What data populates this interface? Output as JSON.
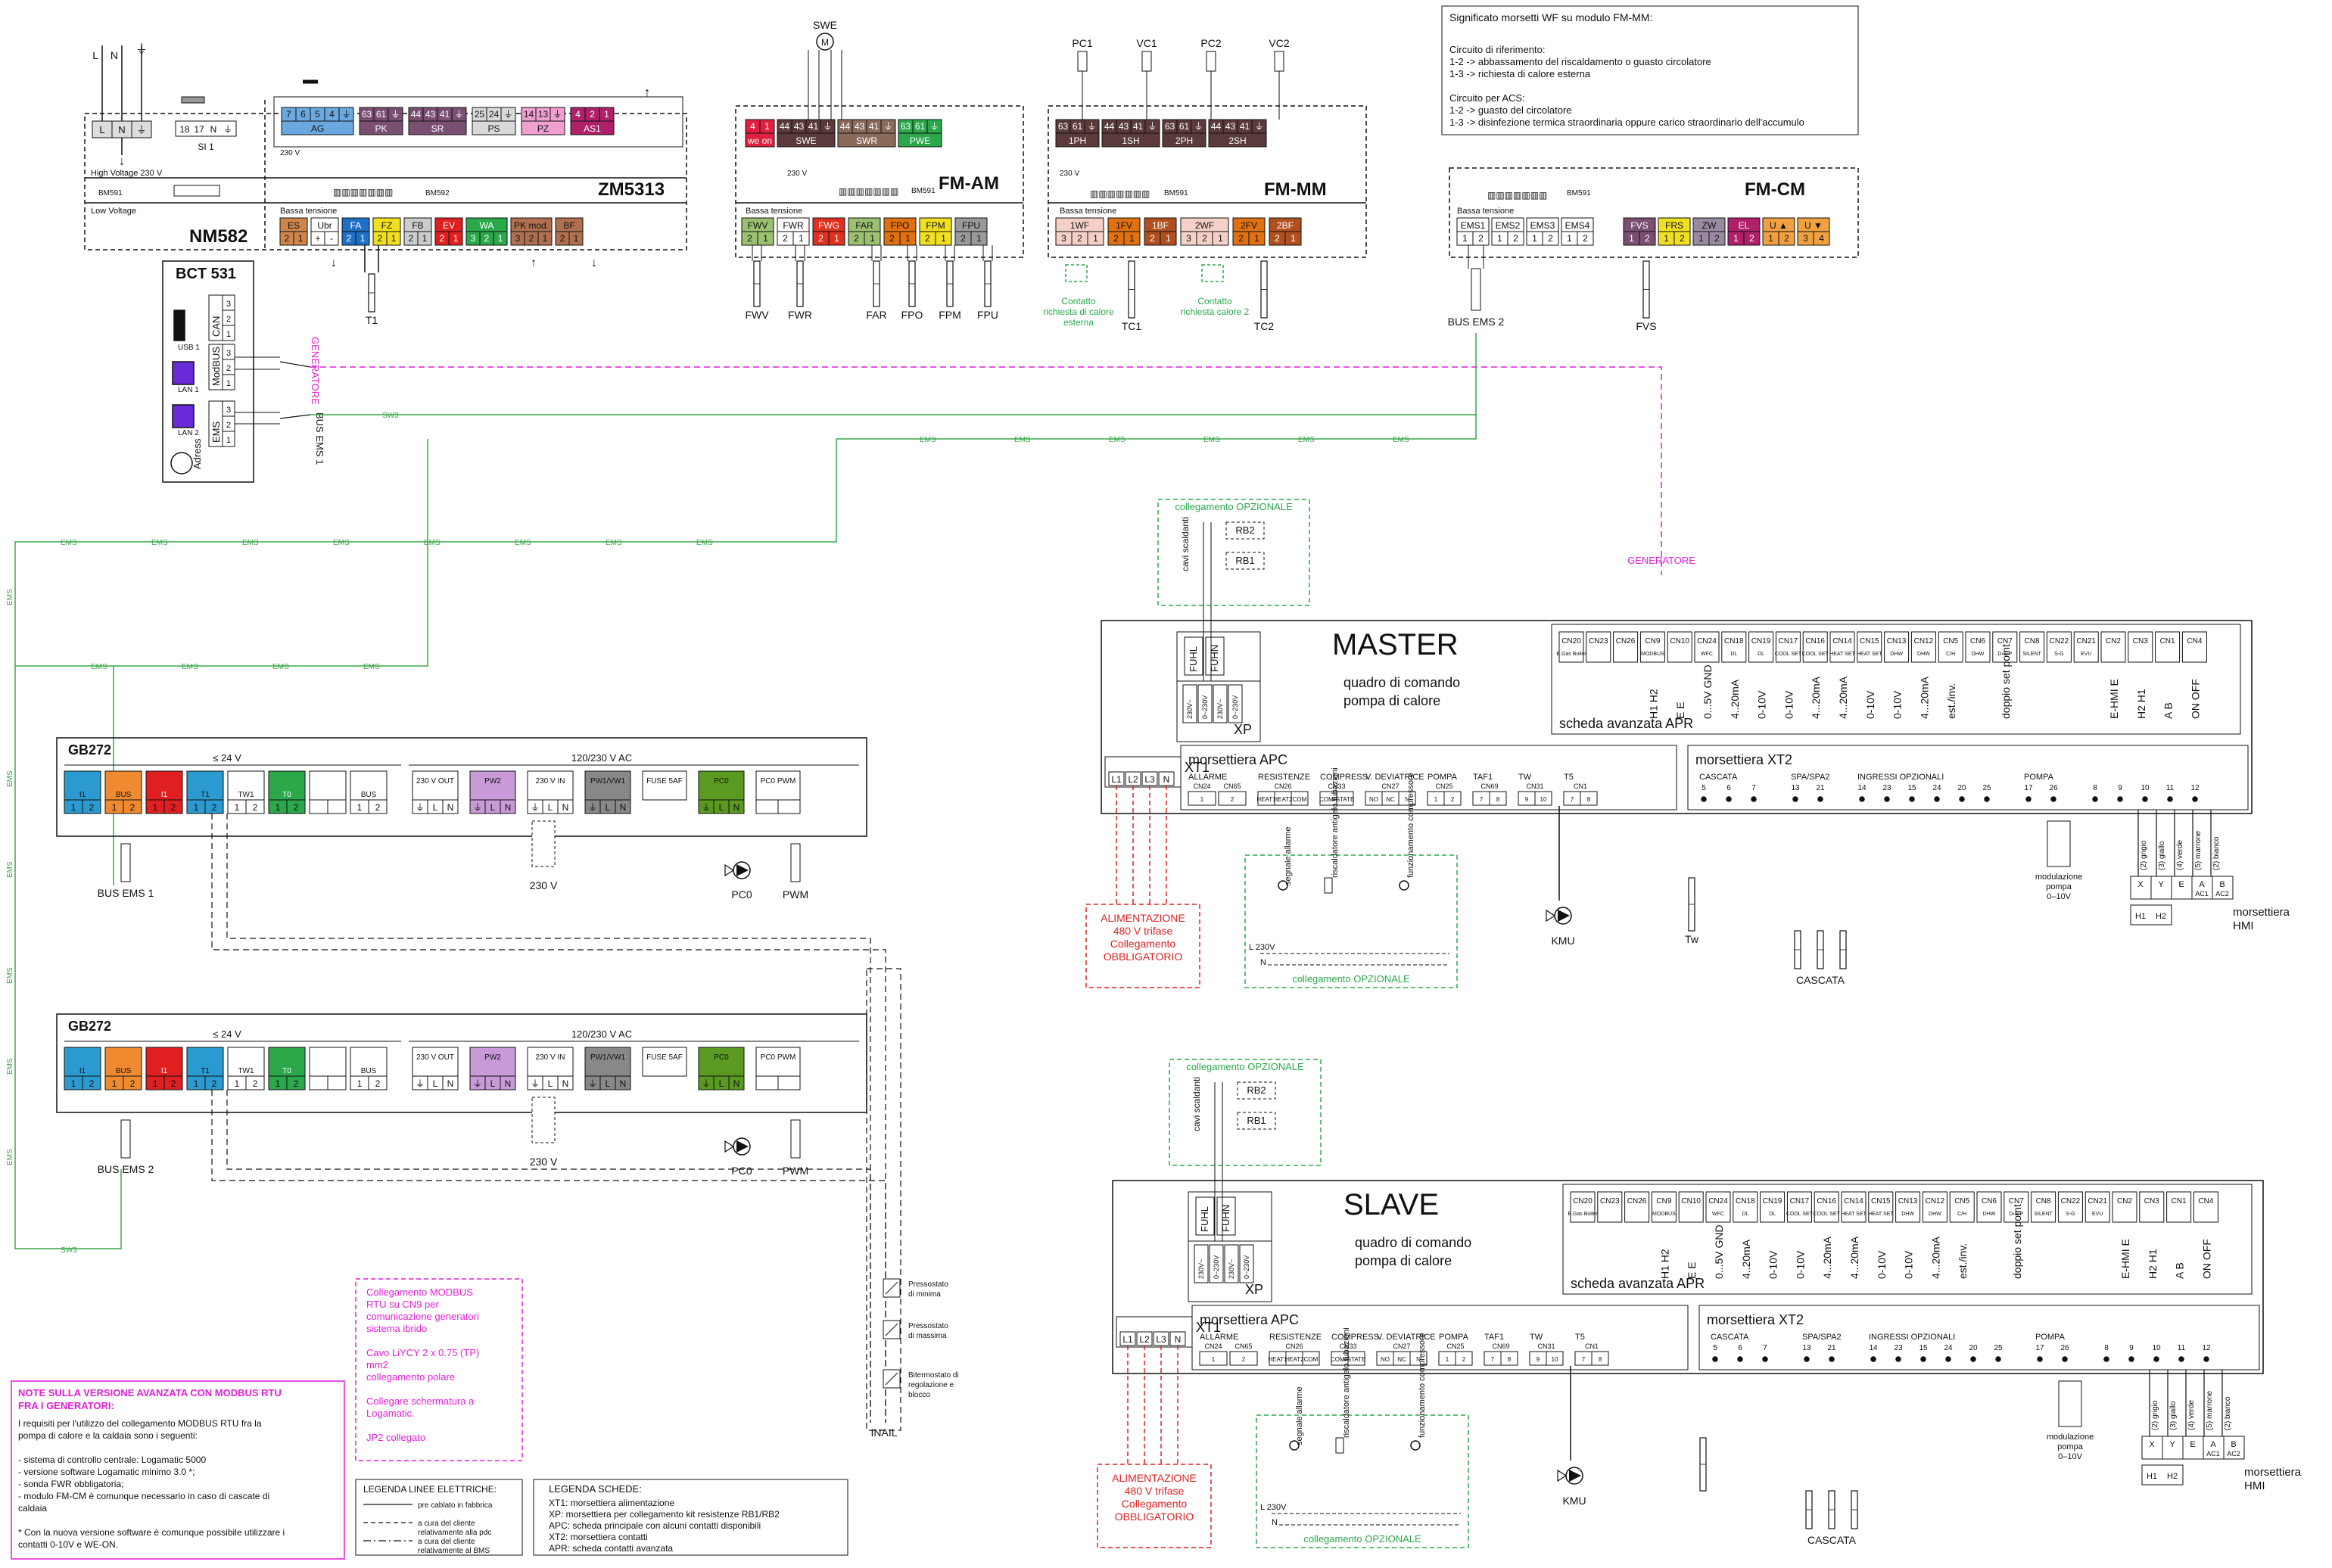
{
  "colors": {
    "ems_line": "#3aa84a",
    "magenta": "#e21fd6",
    "red": "#e02020",
    "green_dash": "#2aa84a",
    "dark": "#111111"
  },
  "legend_note": {
    "title": "Significato morsetti WF su modulo FM-MM:",
    "lines": [
      "Circuito di riferimento:",
      "1-2 -> abbassamento del riscaldamento o guasto circolatore",
      "1-3 -> richiesta di calore esterna",
      "",
      "Circuito per ACS:",
      "1-2 -> guasto del circolatore",
      "1-3 -> disinfezione termica straordinaria oppure carico straordinario dell'accumulo"
    ]
  },
  "nm582": {
    "title": "NM582",
    "hv_label": "High Voltage 230 V",
    "lv_label": "Low Voltage",
    "bm": "BM591",
    "terminals": [
      "L",
      "N",
      "⏚"
    ],
    "si": {
      "pins": [
        "18",
        "17",
        "N",
        "⏚"
      ],
      "label": "SI 1"
    }
  },
  "zm5313": {
    "title": "ZM5313",
    "v230": "230 V",
    "bassa": "Bassa tensione",
    "bm": "BM592",
    "top_groups": [
      {
        "pins": [
          "7",
          "6",
          "5",
          "4",
          "⏚"
        ],
        "label": "AG",
        "color": "#6aa9e0"
      },
      {
        "pins": [
          "63",
          "61",
          "⏚"
        ],
        "label": "PK",
        "color": "#7a4f72"
      },
      {
        "pins": [
          "44",
          "43",
          "41",
          "⏚"
        ],
        "label": "SR",
        "color": "#7a4f72"
      },
      {
        "pins": [
          "25",
          "24",
          "⏚"
        ],
        "label": "PS",
        "color": "#d9d9d9"
      },
      {
        "pins": [
          "14",
          "13",
          "⏚"
        ],
        "label": "PZ",
        "color": "#f0a0d0"
      },
      {
        "pins": [
          "4",
          "2",
          "1"
        ],
        "label": "AS1",
        "color": "#b0206a"
      }
    ],
    "bottom_groups": [
      {
        "label": "ES",
        "pins": [
          "2",
          "1"
        ],
        "color": "#d0854a"
      },
      {
        "label": "Ubr",
        "pins": [
          "+",
          "-"
        ],
        "color": "#ffffff"
      },
      {
        "label": "FA",
        "pins": [
          "2",
          "1"
        ],
        "color": "#1f6fc6"
      },
      {
        "label": "FZ",
        "pins": [
          "2",
          "1"
        ],
        "color": "#f0e020"
      },
      {
        "label": "FB",
        "pins": [
          "2",
          "1"
        ],
        "color": "#cccccc"
      },
      {
        "label": "EV",
        "pins": [
          "2",
          "1"
        ],
        "color": "#e02020"
      },
      {
        "label": "WA",
        "pins": [
          "3",
          "2",
          "1"
        ],
        "color": "#2aa84a"
      },
      {
        "label": "PK mod.",
        "pins": [
          "3",
          "2",
          "1"
        ],
        "color": "#b07050"
      },
      {
        "label": "BF",
        "pins": [
          "2",
          "1"
        ],
        "color": "#b07050"
      }
    ],
    "sensor": "T1"
  },
  "fmam": {
    "title": "FM-AM",
    "motor": "SWE",
    "v230": "230 V",
    "bassa": "Bassa tensione",
    "bm": "BM591",
    "top_groups": [
      {
        "pins": [
          "4",
          "1"
        ],
        "label": "we on",
        "color": "#e02040"
      },
      {
        "pins": [
          "44",
          "43",
          "41",
          "⏚"
        ],
        "label": "SWE",
        "color": "#5a3a3a"
      },
      {
        "pins": [
          "44",
          "43",
          "41",
          "⏚"
        ],
        "label": "SWR",
        "color": "#8a6a5a"
      },
      {
        "pins": [
          "63",
          "61",
          "⏚"
        ],
        "label": "PWE",
        "color": "#2aa84a"
      }
    ],
    "bottom_groups": [
      {
        "label": "FWV",
        "pins": [
          "2",
          "1"
        ],
        "color": "#9ac070"
      },
      {
        "label": "FWR",
        "pins": [
          "2",
          "1"
        ],
        "color": "#ffffff"
      },
      {
        "label": "FWG",
        "pins": [
          "2",
          "1"
        ],
        "color": "#e03020"
      },
      {
        "label": "FAR",
        "pins": [
          "2",
          "1"
        ],
        "color": "#9ac070"
      },
      {
        "label": "FPO",
        "pins": [
          "2",
          "1"
        ],
        "color": "#e07010"
      },
      {
        "label": "FPM",
        "pins": [
          "2",
          "1"
        ],
        "color": "#f0e020"
      },
      {
        "label": "FPU",
        "pins": [
          "2",
          "1"
        ],
        "color": "#999999"
      }
    ],
    "sensors": [
      "FWV",
      "FWR",
      "FAR",
      "FPO",
      "FPM",
      "FPU"
    ]
  },
  "fmmm": {
    "title": "FM-MM",
    "v230": "230 V",
    "bassa": "Bassa tensione",
    "bm": "BM591",
    "top_labels": [
      "PC1",
      "VC1",
      "PC2",
      "VC2"
    ],
    "top_groups": [
      {
        "pins": [
          "63",
          "61",
          "⏚"
        ],
        "label": "1PH",
        "color": "#5a3a3a"
      },
      {
        "pins": [
          "44",
          "43",
          "41",
          "⏚"
        ],
        "label": "1SH",
        "color": "#5a3a3a"
      },
      {
        "pins": [
          "63",
          "61",
          "⏚"
        ],
        "label": "2PH",
        "color": "#5a3a3a"
      },
      {
        "pins": [
          "44",
          "43",
          "41",
          "⏚"
        ],
        "label": "2SH",
        "color": "#5a3a3a"
      }
    ],
    "bottom_groups": [
      {
        "label": "1WF",
        "pins": [
          "3",
          "2",
          "1"
        ],
        "color": "#f5d0c8"
      },
      {
        "label": "1FV",
        "pins": [
          "2",
          "1"
        ],
        "color": "#e07010"
      },
      {
        "label": "1BF",
        "pins": [
          "2",
          "1"
        ],
        "color": "#b05020"
      },
      {
        "label": "2WF",
        "pins": [
          "3",
          "2",
          "1"
        ],
        "color": "#f5d0c8"
      },
      {
        "label": "2FV",
        "pins": [
          "2",
          "1"
        ],
        "color": "#e07010"
      },
      {
        "label": "2BF",
        "pins": [
          "2",
          "1"
        ],
        "color": "#b05020"
      }
    ],
    "contact1": [
      "Contatto",
      "richiesta di calore",
      "esterna"
    ],
    "contact2": [
      "Contatto",
      "richiesta calore 2"
    ],
    "sensors": [
      "TC1",
      "TC2"
    ]
  },
  "fmcm": {
    "title": "FM-CM",
    "bassa": "Bassa tensione",
    "bm": "BM591",
    "bottom_groups": [
      {
        "label": "EMS1",
        "pins": [
          "1",
          "2"
        ],
        "color": "#ffffff"
      },
      {
        "label": "EMS2",
        "pins": [
          "1",
          "2"
        ],
        "color": "#ffffff"
      },
      {
        "label": "EMS3",
        "pins": [
          "1",
          "2"
        ],
        "color": "#ffffff"
      },
      {
        "label": "EMS4",
        "pins": [
          "1",
          "2"
        ],
        "color": "#ffffff"
      },
      {
        "label": "FVS",
        "pins": [
          "1",
          "2"
        ],
        "color": "#7a4f72"
      },
      {
        "label": "FRS",
        "pins": [
          "1",
          "2"
        ],
        "color": "#f0e020"
      },
      {
        "label": "ZW",
        "pins": [
          "1",
          "2"
        ],
        "color": "#9a8aa0"
      },
      {
        "label": "EL",
        "pins": [
          "1",
          "2"
        ],
        "color": "#b0206a"
      },
      {
        "label": "U ▲",
        "pins": [
          "1",
          "2"
        ],
        "color": "#f0a040"
      },
      {
        "label": "U ▼",
        "pins": [
          "3",
          "4"
        ],
        "color": "#f0a040"
      }
    ],
    "bus": "BUS EMS 2",
    "sensor": "FVS"
  },
  "bct": {
    "title": "BCT 531",
    "usb": "USB 1",
    "lan1": "LAN 1",
    "lan2": "LAN 2",
    "can": "CAN",
    "modbus": "ModBUS",
    "ems": "EMS",
    "adress": "Adress",
    "pins": [
      "3",
      "2",
      "1"
    ],
    "generatore": "GENERATORE",
    "bus_ems1": "BUS EMS 1",
    "sw3": "SW3"
  },
  "ems_label": "EMS",
  "sw3_label": "SW3",
  "gb_units": [
    {
      "title": "GB272",
      "lv": "≤ 24 V",
      "hv": "120/230 V AC",
      "bus_out": "BUS EMS 1",
      "v230": "230 V",
      "pc0": "PC0",
      "pwm": "PWM"
    },
    {
      "title": "GB272",
      "lv": "≤ 24 V",
      "hv": "120/230 V AC",
      "bus_out": "BUS EMS 2",
      "v230": "230 V",
      "pc0": "PC0",
      "pwm": "PWM"
    }
  ],
  "gb_terminals": {
    "lv": [
      {
        "label": "I1",
        "pins": [
          "1",
          "2"
        ],
        "color": "#2a9ad0"
      },
      {
        "label": "BUS",
        "pins": [
          "1",
          "2"
        ],
        "color": "#f08a30"
      },
      {
        "label": "I1",
        "pins": [
          "1",
          "2"
        ],
        "color": "#e02020"
      },
      {
        "label": "T1",
        "pins": [
          "1",
          "2"
        ],
        "color": "#2a9ad0"
      },
      {
        "label": "TW1",
        "pins": [
          "1",
          "2"
        ],
        "color": "#ffffff"
      },
      {
        "label": "T0",
        "pins": [
          "1",
          "2"
        ],
        "color": "#2aa84a"
      },
      {
        "label": "",
        "pins": [
          "",
          ""
        ],
        "color": "#ffffff"
      },
      {
        "label": "BUS",
        "pins": [
          "1",
          "2"
        ],
        "color": "#ffffff"
      }
    ],
    "hv": [
      {
        "label": "230 V OUT",
        "pins": [
          "⏚",
          "L",
          "N"
        ],
        "color": "#ffffff"
      },
      {
        "label": "PW2",
        "pins": [
          "⏚",
          "L",
          "N"
        ],
        "color": "#c89ad8"
      },
      {
        "label": "230 V IN",
        "pins": [
          "⏚",
          "L",
          "N"
        ],
        "color": "#ffffff"
      },
      {
        "label": "PW1/VW1",
        "pins": [
          "⏚",
          "L",
          "N"
        ],
        "color": "#888888"
      },
      {
        "label": "FUSE 5AF",
        "pins": [],
        "color": "#ffffff"
      },
      {
        "label": "PC0",
        "pins": [
          "⏚",
          "L",
          "N"
        ],
        "color": "#5a9a20"
      },
      {
        "label": "PC0 PWM",
        "pins": [
          "",
          ""
        ],
        "color": "#ffffff"
      }
    ]
  },
  "panels": [
    {
      "title": "MASTER",
      "sub1": "quadro di comando",
      "sub2": "pompa di calore",
      "xp": "XP",
      "xt1": "XT1",
      "xt1_pins": [
        "L1",
        "L2",
        "L3",
        "N"
      ],
      "apr_label": "scheda avanzata APR",
      "apc_label": "morsettiera APC",
      "xt2_label": "morsettiera XT2",
      "generatore": "GENERATORE",
      "optional": "collegamento OPZIONALE",
      "cavi": "cavi scaldanti",
      "rb": [
        "RB2",
        "RB1"
      ],
      "alim": [
        "ALIMENTAZIONE",
        "480 V trifase",
        "Collegamento",
        "OBBLIGATORIO"
      ],
      "kmu": "KMU",
      "tw": "Tw",
      "cascata": "CASCATA",
      "mod": [
        "modulazione",
        "pompa",
        "0–10V"
      ],
      "hmi": [
        "morsettiera",
        "HMI"
      ],
      "sig_alarm": "segnale allarme",
      "sig_risc": "riscaldatore antigelo tubazioni",
      "sig_funz": "funzionamento compressore",
      "l230": "L 230V",
      "n": "N"
    },
    {
      "title": "SLAVE",
      "sub1": "quadro di comando",
      "sub2": "pompa di calore",
      "xp": "XP",
      "xt1": "XT1",
      "xt1_pins": [
        "L1",
        "L2",
        "L3",
        "N"
      ],
      "apr_label": "scheda avanzata APR",
      "apc_label": "morsettiera APC",
      "xt2_label": "morsettiera XT2",
      "generatore": "",
      "optional": "collegamento OPZIONALE",
      "cavi": "cavi scaldanti",
      "rb": [
        "RB2",
        "RB1"
      ],
      "alim": [
        "ALIMENTAZIONE",
        "480 V trifase",
        "Collegamento",
        "OBBLIGATORIO"
      ],
      "kmu": "KMU",
      "tw": "",
      "cascata": "CASCATA",
      "mod": [
        "modulazione",
        "pompa",
        "0–10V"
      ],
      "hmi": [
        "morsettiera",
        "HMI"
      ],
      "sig_alarm": "segnale allarme",
      "sig_risc": "riscaldatore antigelo tubazioni",
      "sig_funz": "funzionamento compressore",
      "l230": "L 230V",
      "n": "N"
    }
  ],
  "apr_cn": [
    {
      "id": "CN20",
      "sub": "E.Gas Boiler",
      "vert": ""
    },
    {
      "id": "CN23",
      "sub": "",
      "vert": ""
    },
    {
      "id": "CN26",
      "sub": "",
      "vert": ""
    },
    {
      "id": "CN9",
      "sub": "MODBUS",
      "vert": "H1 H2"
    },
    {
      "id": "CN10",
      "sub": "",
      "vert": "E E"
    },
    {
      "id": "CN24",
      "sub": "WFC",
      "vert": "0...5V GND"
    },
    {
      "id": "CN18",
      "sub": "DL",
      "vert": "4..20mA"
    },
    {
      "id": "CN19",
      "sub": "DL",
      "vert": "0-10V"
    },
    {
      "id": "CN17",
      "sub": "COOL SET",
      "vert": "0-10V"
    },
    {
      "id": "CN16",
      "sub": "COOL SET",
      "vert": "4...20mA"
    },
    {
      "id": "CN14",
      "sub": "HEAT SET",
      "vert": "4...20mA"
    },
    {
      "id": "CN15",
      "sub": "HEAT SET",
      "vert": "0-10V"
    },
    {
      "id": "CN13",
      "sub": "DHW",
      "vert": "0-10V"
    },
    {
      "id": "CN12",
      "sub": "DHW",
      "vert": "4...20mA"
    },
    {
      "id": "CN5",
      "sub": "C/H",
      "vert": "est./inv."
    },
    {
      "id": "CN6",
      "sub": "DHW",
      "vert": ""
    },
    {
      "id": "CN7",
      "sub": "D-S-P",
      "vert": "doppio set point"
    },
    {
      "id": "CN8",
      "sub": "SILENT",
      "vert": ""
    },
    {
      "id": "CN22",
      "sub": "S-G",
      "vert": ""
    },
    {
      "id": "CN21",
      "sub": "EVU",
      "vert": ""
    },
    {
      "id": "CN2",
      "sub": "",
      "vert": "E-HMI E"
    },
    {
      "id": "CN3",
      "sub": "",
      "vert": "H2 H1"
    },
    {
      "id": "CN1",
      "sub": "",
      "vert": "A B"
    },
    {
      "id": "CN4",
      "sub": "",
      "vert": "ON OFF"
    }
  ],
  "apc_groups": [
    {
      "head": "ALLARME",
      "cns": [
        {
          "id": "CN24",
          "pins": [
            "1"
          ]
        },
        {
          "id": "CN65",
          "pins": [
            "2"
          ]
        }
      ]
    },
    {
      "head": "RESISTENZE",
      "cns": [
        {
          "id": "CN26",
          "pins": [
            "HEAT1",
            "HEAT2",
            "COM"
          ]
        }
      ]
    },
    {
      "head": "COMPRESS.",
      "cns": [
        {
          "id": "CN33",
          "pins": [
            "COMP",
            "STATE"
          ]
        }
      ]
    },
    {
      "head": "V. DEVIATRICE",
      "cns": [
        {
          "id": "CN27",
          "pins": [
            "NO",
            "NC",
            "N"
          ]
        }
      ]
    },
    {
      "head": "POMPA",
      "cns": [
        {
          "id": "CN25",
          "pins": [
            "1",
            "2"
          ]
        }
      ]
    },
    {
      "head": "TAF1",
      "cns": [
        {
          "id": "CN69",
          "pins": [
            "7",
            "8"
          ]
        }
      ]
    },
    {
      "head": "TW",
      "cns": [
        {
          "id": "CN31",
          "pins": [
            "9",
            "10"
          ]
        }
      ]
    },
    {
      "head": "T5",
      "cns": [
        {
          "id": "CN1",
          "pins": [
            "7",
            "8"
          ]
        }
      ]
    }
  ],
  "xt2_groups": [
    {
      "head": "CASCATA",
      "pins": [
        "5",
        "6",
        "7"
      ]
    },
    {
      "head": "SPA/SPA2",
      "pins": [
        "13",
        "21"
      ]
    },
    {
      "head": "INGRESSI OPZIONALI",
      "pins": [
        "14",
        "23",
        "15",
        "24",
        "20",
        "25"
      ]
    },
    {
      "head": "POMPA",
      "pins": [
        "17",
        "26"
      ]
    },
    {
      "head": "",
      "pins": [
        "8",
        "9",
        "10",
        "11",
        "12"
      ]
    }
  ],
  "hmi_pins": [
    {
      "top": "X",
      "bot": ""
    },
    {
      "top": "Y",
      "bot": ""
    },
    {
      "top": "E",
      "bot": ""
    },
    {
      "top": "A",
      "bot": "AC1"
    },
    {
      "top": "B",
      "bot": "AC2"
    }
  ],
  "hmi_h": [
    "H1",
    "H2"
  ],
  "wire_colors": [
    "(2) grigio",
    "(3) giallo",
    "(4) verde",
    "(5) marrone",
    "(2) bianco"
  ],
  "xp_pins": [
    "230V~",
    "0~230V",
    "230V~",
    "0~230V"
  ],
  "fuhl": [
    "FUHL",
    "FUHN"
  ],
  "pressostati": [
    [
      "Pressostato",
      "di minima"
    ],
    [
      "Pressostato",
      "di massima"
    ],
    [
      "Bitermostato di",
      "regolazione e",
      "blocco"
    ]
  ],
  "inail": "INAIL",
  "modbus_note": [
    "Collegamento MODBUS",
    "RTU su CN9 per",
    "comunicazione generatori",
    "sistema ibrido",
    "",
    "Cavo LiYCY 2 x 0.75 (TP)",
    "mm2",
    "collegamento polare",
    "",
    "Collegare schermatura a",
    "Logamatic.",
    "",
    "JP2 collegato"
  ],
  "adv_note": {
    "title": "NOTE SULLA VERSIONE AVANZATA CON MODBUS RTU FRA I GENERATORI:",
    "lines": [
      "I requisiti per l'utilizzo del collegamento MODBUS RTU fra la",
      "pompa di calore e la caldaia sono i seguenti:",
      "",
      "- sistema di controllo centrale: Logamatic 5000",
      "- versione software Logamatic minimo 3.0 *;",
      "- sonda FWR obbligatoria;",
      "- modulo FM-CM è comunque necessario in caso di cascate di",
      "caldaia",
      "",
      "* Con la nuova versione software è comunque possibile utilizzare i",
      "contatti 0-10V e WE-ON."
    ]
  },
  "line_legend": {
    "title": "LEGENDA LINEE ELETTRICHE:",
    "items": [
      {
        "style": "solid",
        "label": "pre cablato in fabbrica"
      },
      {
        "style": "dashed",
        "label": "a cura del cliente relativamente alla pdc"
      },
      {
        "style": "dashdot",
        "label": "a cura del cliente relativamente al BMS"
      }
    ]
  },
  "board_legend": {
    "title": "LEGENDA SCHEDE:",
    "lines": [
      "XT1: morsettiera alimentazione",
      "XP: morsettiera per collegamento kit resistenze RB1/RB2",
      "APC: scheda principale con alcuni contatti disponibili",
      "XT2: morsettiera contatti",
      "APR: scheda contatti avanzata"
    ]
  }
}
